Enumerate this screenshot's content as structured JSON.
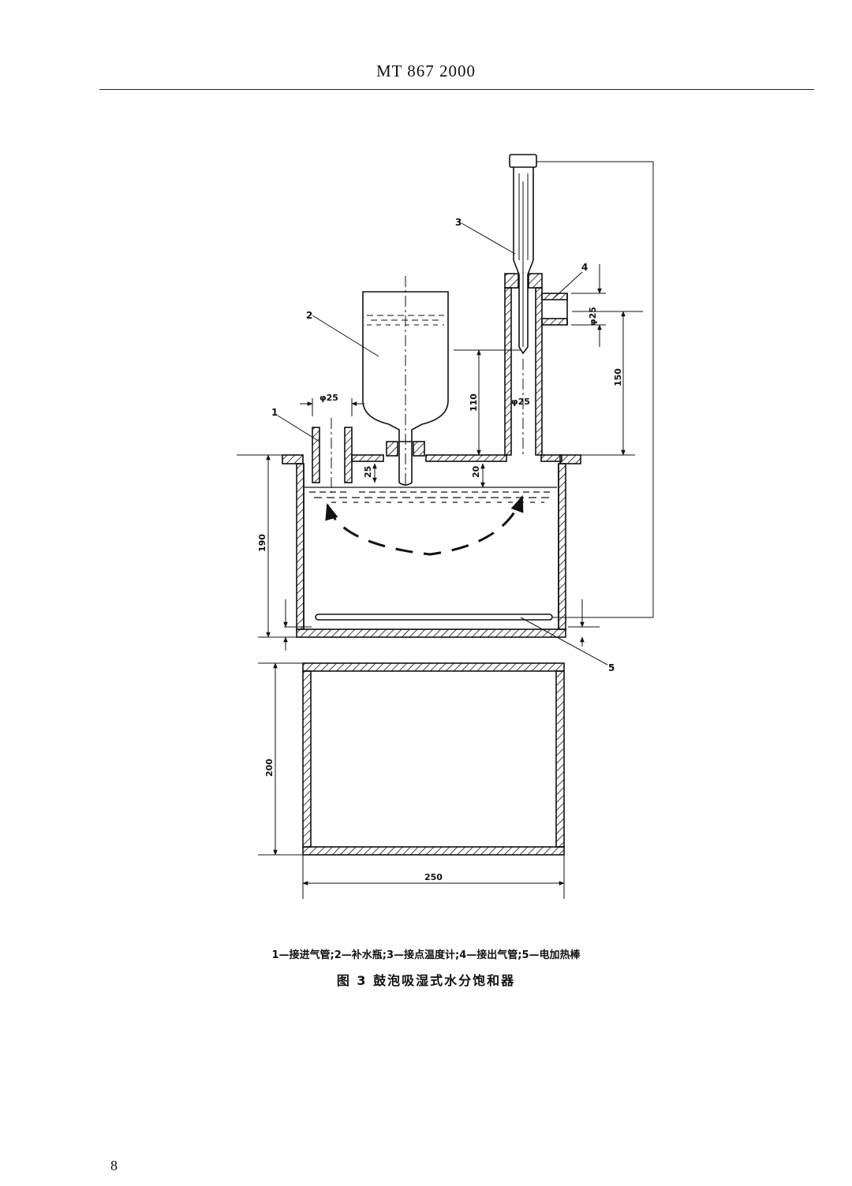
{
  "header": {
    "standard": "MT 867 2000"
  },
  "drawing": {
    "callouts": [
      "1",
      "2",
      "3",
      "4",
      "5"
    ],
    "dimensions": {
      "inlet_dia": "φ25",
      "outlet_dia": "φ25",
      "tube_dia": "φ25",
      "d110": "110",
      "d150": "150",
      "d190": "190",
      "d25": "25",
      "d20": "20",
      "d200": "200",
      "d250": "250"
    }
  },
  "legend": "1—接进气管;2—补水瓶;3—接点温度计;4—接出气管;5—电加热棒",
  "figure_title": "图 3   鼓泡吸湿式水分饱和器",
  "page_number": "8"
}
